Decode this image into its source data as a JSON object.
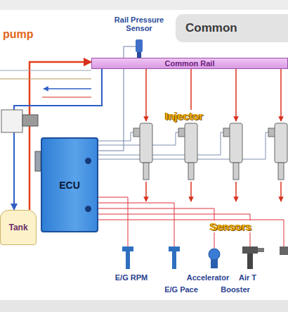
{
  "diagram": {
    "title": "Common",
    "nodes": [
      {
        "text": [
          "Common Rail"
        ]
      },
      {
        "text": [
          "ECU"
        ]
      },
      {
        "text": [
          "Tank"
        ]
      }
    ],
    "edges": [
      {
        "from": 2,
        "to": 0,
        "arrow": "to"
      },
      {
        "from": 0,
        "to": 2,
        "arrow": "to"
      }
    ],
    "labels": [
      "pump",
      "Rail Pressure Sensor",
      "Injector",
      "Sensors",
      "E/G RPM",
      "Accelerator",
      "Air T",
      "E/G Pace",
      "Booster"
    ]
  }
}
